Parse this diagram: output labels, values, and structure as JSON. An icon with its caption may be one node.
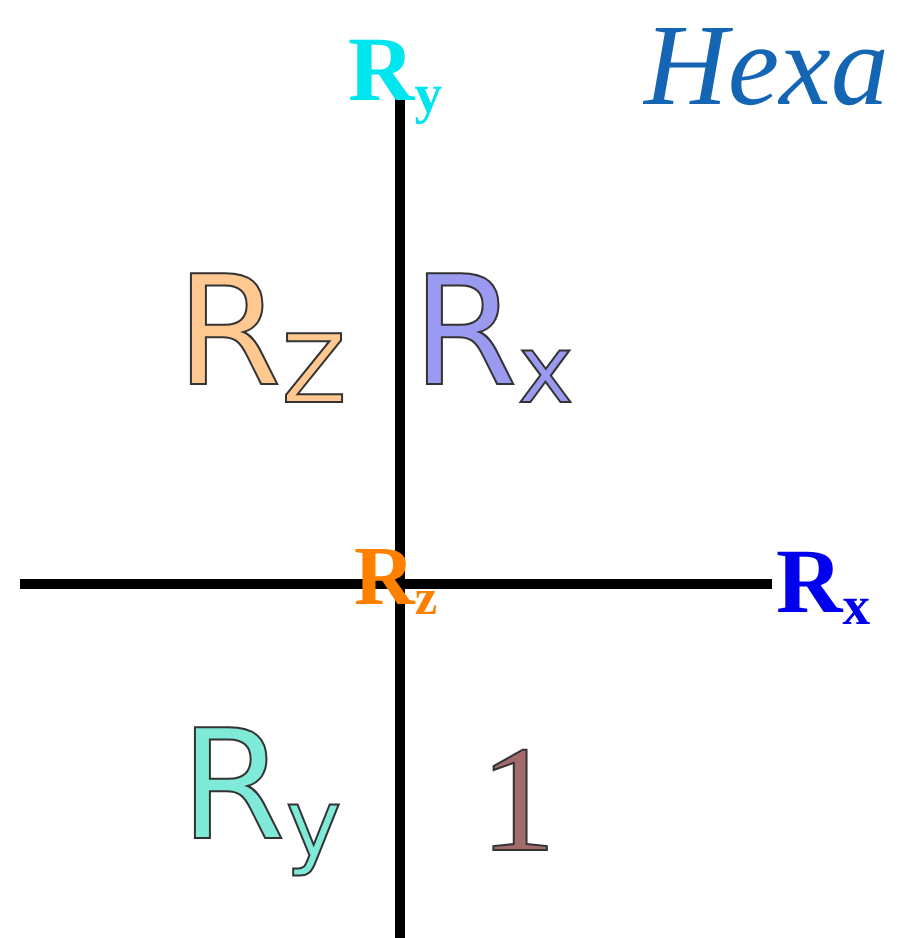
{
  "diagram": {
    "labels": [
      "R$_{y}$",
      "Hexa",
      "R$_{Z}$",
      "R$_{x}$",
      "R$_{z}$",
      "R$_{x}$",
      "R$_{y}$",
      "1"
    ]
  }
}
